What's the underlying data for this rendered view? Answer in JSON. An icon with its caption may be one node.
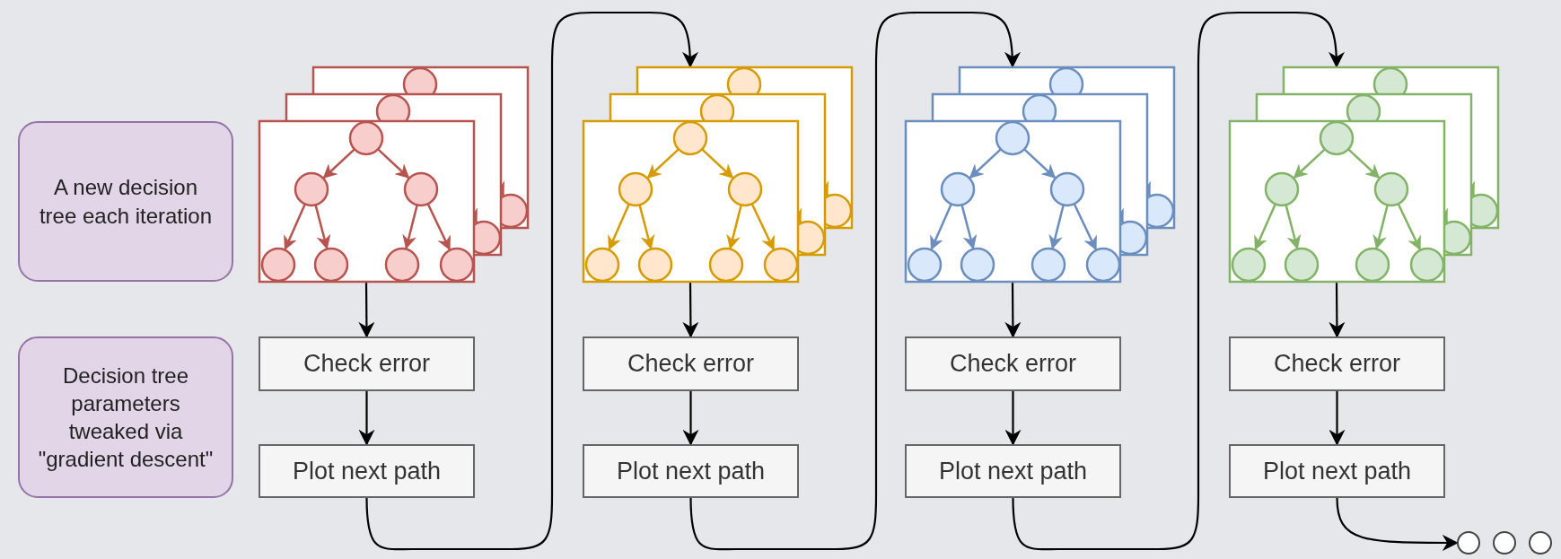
{
  "diagram": {
    "nodes": [
      {
        "text": [
          "A new decision tree each iteration"
        ]
      },
      {
        "text": [
          "Decision tree parameters tweaked via \"gradient descent\""
        ]
      },
      {
        "text": [],
        "shape": "picture"
      },
      {
        "text": [
          "Check error"
        ]
      },
      {
        "text": [
          "Plot next path"
        ]
      },
      {
        "text": [],
        "shape": "picture"
      },
      {
        "text": [
          "Check error"
        ]
      },
      {
        "text": [
          "Plot next path"
        ]
      },
      {
        "text": [],
        "shape": "picture"
      },
      {
        "text": [
          "Check error"
        ]
      },
      {
        "text": [
          "Plot next path"
        ]
      },
      {
        "text": [],
        "shape": "picture"
      },
      {
        "text": [
          "Check error"
        ]
      },
      {
        "text": [
          "Plot next path"
        ]
      },
      {
        "text": [],
        "shape": "circle"
      },
      {
        "text": [],
        "shape": "circle"
      },
      {
        "text": [],
        "shape": "circle"
      }
    ],
    "edges": [
      {
        "from": 2,
        "to": 3,
        "arrow": "to"
      },
      {
        "from": 3,
        "to": 4,
        "arrow": "to"
      },
      {
        "from": 4,
        "to": 5,
        "arrow": "to"
      },
      {
        "from": 5,
        "to": 6,
        "arrow": "to"
      },
      {
        "from": 6,
        "to": 7,
        "arrow": "to"
      },
      {
        "from": 7,
        "to": 8,
        "arrow": "to"
      },
      {
        "from": 8,
        "to": 9,
        "arrow": "to"
      },
      {
        "from": 9,
        "to": 10,
        "arrow": "to"
      },
      {
        "from": 10,
        "to": 11,
        "arrow": "to"
      },
      {
        "from": 11,
        "to": 12,
        "arrow": "to"
      },
      {
        "from": 12,
        "to": 13,
        "arrow": "to"
      },
      {
        "from": 13,
        "to": 14,
        "arrow": "to"
      }
    ]
  }
}
